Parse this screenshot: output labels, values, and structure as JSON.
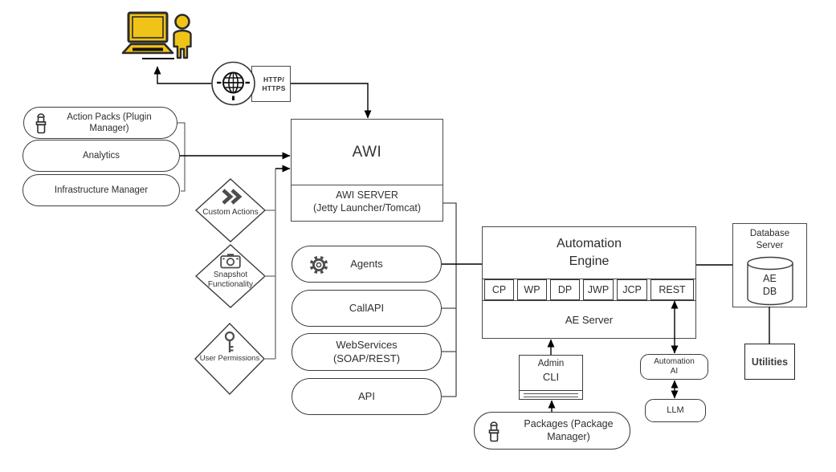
{
  "colors": {
    "icon_yellow": "#F0C319",
    "outline": "#3c3c3c",
    "connector": "#000000"
  },
  "icons": {
    "client": "workstation-user-icon",
    "gateway": "globe-icon",
    "action_packs": "package-icon",
    "custom_actions": "double-chevron-icon",
    "snapshot": "camera-icon",
    "user_permissions": "key-icon",
    "agents": "gear-icon",
    "packages": "package-icon"
  },
  "http_gateway": {
    "line1": "HTTP/",
    "line2": "HTTPS"
  },
  "left_panel": {
    "boxes": [
      {
        "label": "Action Packs (Plugin Manager)"
      },
      {
        "label": "Analytics"
      },
      {
        "label": "Infrastructure Manager"
      }
    ]
  },
  "features": [
    {
      "label": "Custom Actions"
    },
    {
      "label": "Snapshot Functionality"
    },
    {
      "label": "User Permissions"
    }
  ],
  "awi": {
    "title": "AWI",
    "server_title": "AWI SERVER",
    "server_subtitle": "(Jetty Launcher/Tomcat)"
  },
  "interfaces": [
    {
      "label": "Agents"
    },
    {
      "label": "CallAPI"
    },
    {
      "label": "WebServices",
      "sublabel": "(SOAP/REST)"
    },
    {
      "label": "API"
    }
  ],
  "automation_engine": {
    "title_line1": "Automation",
    "title_line2": "Engine",
    "processes": [
      "CP",
      "WP",
      "DP",
      "JWP",
      "JCP",
      "REST"
    ],
    "server_label": "AE Server"
  },
  "database": {
    "title_line1": "Database",
    "title_line2": "Server",
    "db_line1": "AE",
    "db_line2": "DB"
  },
  "utilities": {
    "label": "Utilities"
  },
  "admin_cli": {
    "line1": "Admin",
    "line2": "CLI"
  },
  "packages": {
    "label": "Packages (Package Manager)"
  },
  "automation_ai": {
    "line1": "Automation",
    "line2": "AI"
  },
  "llm": {
    "label": "LLM"
  }
}
